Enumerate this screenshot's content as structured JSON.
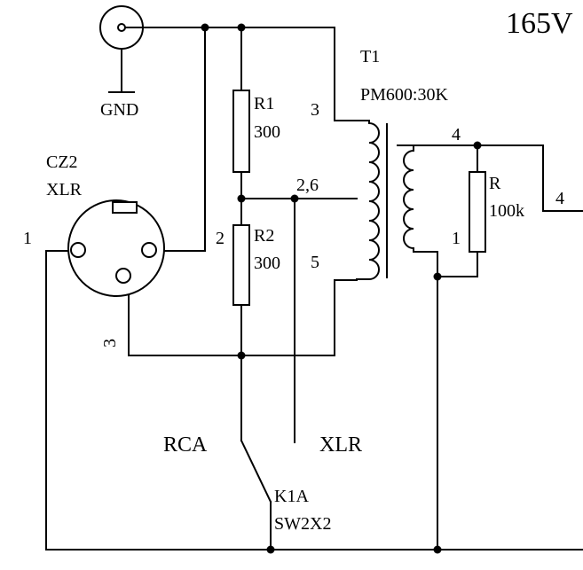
{
  "labels": {
    "voltage": "165V",
    "gnd": "GND",
    "transformer_ref": "T1",
    "transformer_value": "PM600:30K",
    "r1_ref": "R1",
    "r1_value": "300",
    "r2_ref": "R2",
    "r2_value": "300",
    "r_ref": "R",
    "r_value": "100k",
    "connector_ref": "CZ2",
    "connector_type": "XLR",
    "pin_1": "1",
    "pin_2": "2",
    "pin_3": "3",
    "prim_pin_3": "3",
    "prim_pin_26": "2,6",
    "prim_pin_5": "5",
    "sec_pin_4": "4",
    "sec_pin_1": "1",
    "out_pin_4": "4",
    "sw_rca": "RCA",
    "sw_xlr": "XLR",
    "switch_ref": "K1A",
    "switch_type": "SW2X2"
  },
  "colors": {
    "ink": "#000000",
    "background": "#ffffff"
  }
}
